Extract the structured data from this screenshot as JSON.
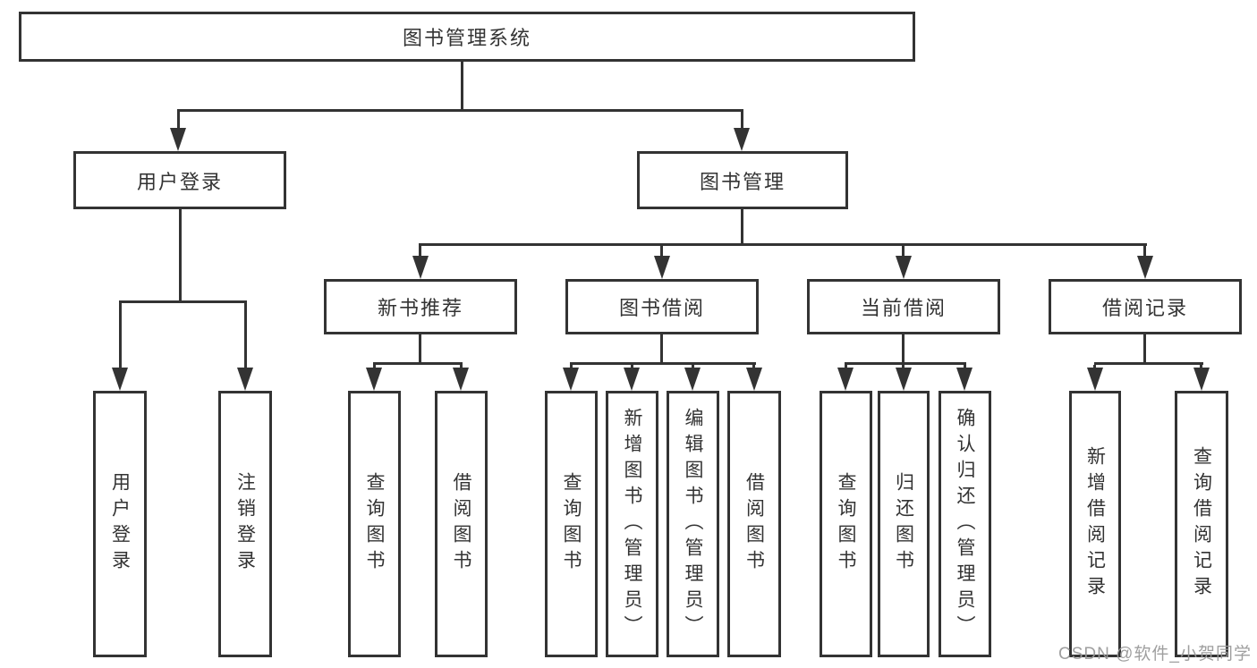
{
  "diagram": {
    "watermark": "CSDN @软件_小贺同学"
  },
  "colors": {
    "line": "#333333",
    "text": "#333333",
    "background": "#ffffff",
    "watermark": "#9a9a9a"
  },
  "tree": {
    "label": "图书管理系统",
    "children": [
      {
        "label": "用户登录",
        "children": [
          {
            "label": "用户登录"
          },
          {
            "label": "注销登录"
          }
        ]
      },
      {
        "label": "图书管理",
        "children": [
          {
            "label": "新书推荐",
            "children": [
              {
                "label": "查询图书"
              },
              {
                "label": "借阅图书"
              }
            ]
          },
          {
            "label": "图书借阅",
            "children": [
              {
                "label": "查询图书"
              },
              {
                "label": "新增图书（管理员）"
              },
              {
                "label": "编辑图书（管理员）"
              },
              {
                "label": "借阅图书"
              }
            ]
          },
          {
            "label": "当前借阅",
            "children": [
              {
                "label": "查询图书"
              },
              {
                "label": "归还图书"
              },
              {
                "label": "确认归还（管理员）"
              }
            ]
          },
          {
            "label": "借阅记录",
            "children": [
              {
                "label": "新增借阅记录"
              },
              {
                "label": "查询借阅记录"
              }
            ]
          }
        ]
      }
    ]
  }
}
